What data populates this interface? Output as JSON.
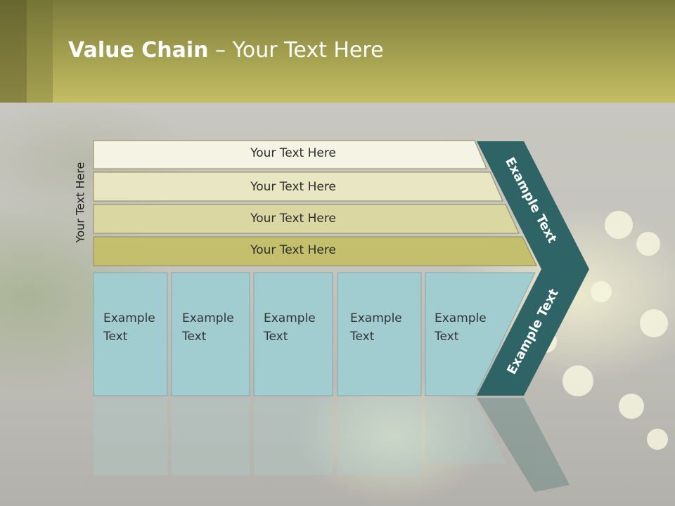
{
  "title": {
    "bold": "Value Chain",
    "rest": " – Your Text Here"
  },
  "side_label": "Your Text Here",
  "bars": [
    {
      "label": "Your Text Here",
      "color": "#f4f3e4"
    },
    {
      "label": "Your Text Here",
      "color": "#e8e6c3"
    },
    {
      "label": "Your Text Here",
      "color": "#dad7a3"
    },
    {
      "label": "Your Text Here",
      "color": "#c4bf6c"
    }
  ],
  "boxes": [
    {
      "line1": "Example",
      "line2": "Text"
    },
    {
      "line1": "Example",
      "line2": "Text"
    },
    {
      "line1": "Example",
      "line2": "Text"
    },
    {
      "line1": "Example",
      "line2": "Text"
    },
    {
      "line1": "Example",
      "line2": "Text"
    }
  ],
  "chevron": {
    "upper": "Example Text",
    "lower": "Example Text",
    "color": "#2e6465"
  },
  "colors": {
    "box": "#a2cdd0",
    "box_border": "#8aaeb0",
    "header": "#b2ad57"
  }
}
